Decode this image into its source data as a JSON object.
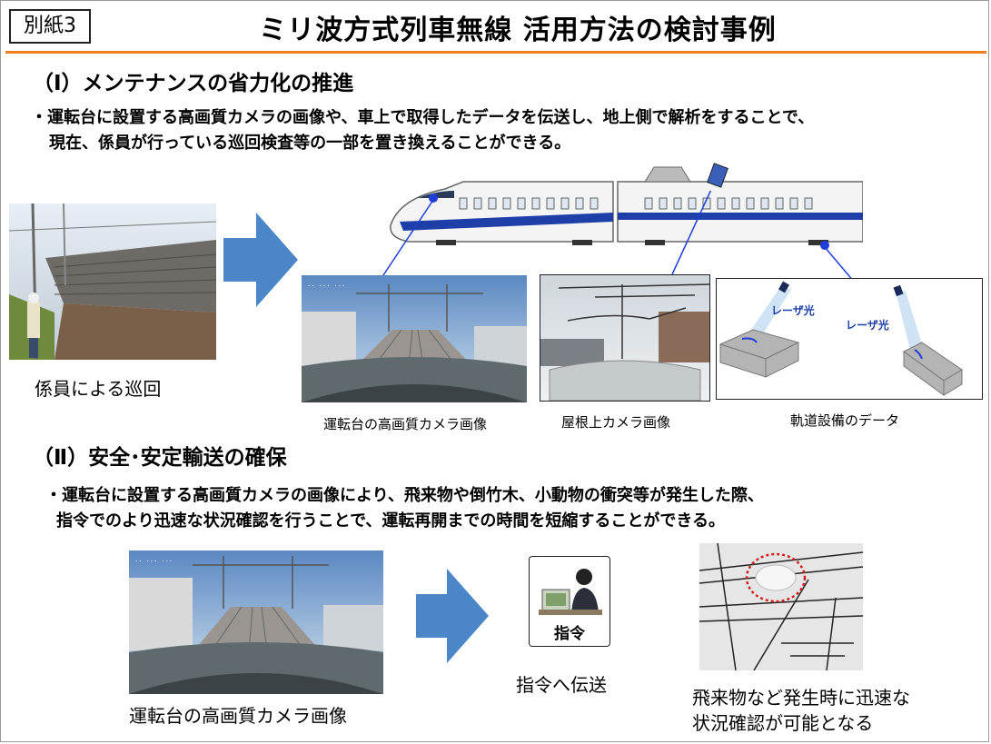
{
  "header": {
    "badge": "別紙3",
    "title": "ミリ波方式列車無線 活用方法の検討事例"
  },
  "section1": {
    "heading": "（Ⅰ）メンテナンスの省力化の推進",
    "bullet_line1": "・運転台に設置する高画質カメラの画像や、車上で取得したデータを伝送し、地上側で解析をすることで、",
    "bullet_line2": "現在、係員が行っている巡回検査等の一部を置き換えることができる。",
    "caption_patrol": "係員による巡回",
    "caption_cab_camera": "運転台の高画質カメラ画像",
    "caption_roof_camera": "屋根上カメラ画像",
    "caption_track_data": "軌道設備のデータ",
    "laser_label_1": "レーザ光",
    "laser_label_2": "レーザ光"
  },
  "section2": {
    "heading": "（Ⅱ）安全･安定輸送の確保",
    "bullet_line1": "・運転台に設置する高画質カメラの画像により、飛来物や倒竹木、小動物の衝突等が発生した際、",
    "bullet_line2": "指令でのより迅速な状況確認を行うことで、運転再開までの時間を短縮することができる。",
    "caption_cab_camera": "運転台の高画質カメラ画像",
    "dispatch_label": "指令",
    "caption_dispatch": "指令へ伝送",
    "caption_result_line1": "飛来物など発生時に迅速な",
    "caption_result_line2": "状況確認が可能となる"
  },
  "colors": {
    "accent_rule": "#f07f1a",
    "arrow_blue": "#4a86c8",
    "train_stripe": "#1f3fa8",
    "callout_line": "#1f3fd8",
    "highlight_circle": "#d42020"
  }
}
